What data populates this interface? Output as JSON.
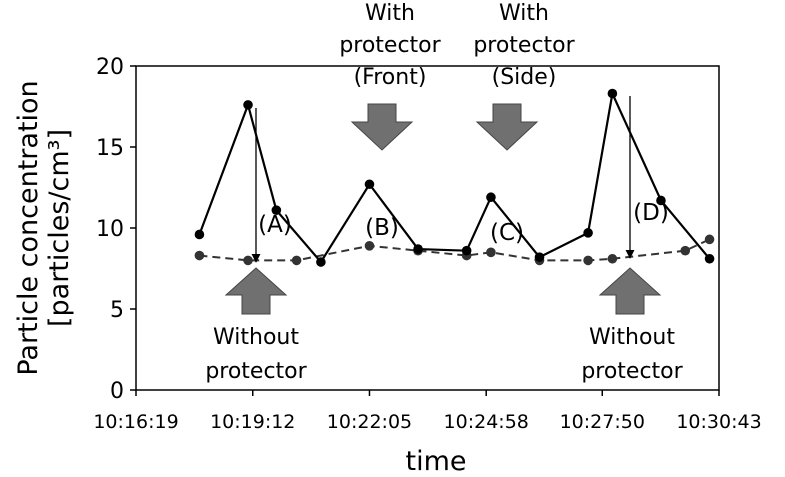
{
  "chart_data": {
    "type": "line",
    "xlabel": "time",
    "ylabel_line1": "Particle concentration",
    "ylabel_line2": "[particles/cm³]",
    "ylim": [
      0,
      20
    ],
    "yticks": [
      "0",
      "5",
      "10",
      "15",
      "20"
    ],
    "xticks": [
      "10:16:19",
      "10:19:12",
      "10:22:05",
      "10:24:58",
      "10:27:50",
      "10:30:43"
    ],
    "grid": false,
    "series": [
      {
        "style": "solid",
        "x": [
          "10:17:53",
          "10:19:05",
          "10:19:47",
          "10:20:53",
          "10:22:05",
          "10:23:17",
          "10:24:29",
          "10:25:05",
          "10:26:17",
          "10:27:29",
          "10:28:05",
          "10:29:17",
          "10:30:29"
        ],
        "values": [
          9.6,
          17.6,
          11.1,
          7.9,
          12.7,
          8.7,
          8.6,
          11.9,
          8.2,
          9.7,
          18.3,
          11.7,
          8.1
        ]
      },
      {
        "style": "dashed",
        "x": [
          "10:17:53",
          "10:19:05",
          "10:20:17",
          "10:22:05",
          "10:23:17",
          "10:24:29",
          "10:25:05",
          "10:26:17",
          "10:27:29",
          "10:28:05",
          "10:29:53",
          "10:30:29"
        ],
        "values": [
          8.3,
          8.0,
          8.0,
          8.9,
          8.6,
          8.3,
          8.5,
          8.0,
          8.0,
          8.1,
          8.6,
          9.3
        ]
      }
    ],
    "annotations": {
      "front_lines": [
        "With",
        "protector",
        "(Front)"
      ],
      "side_lines": [
        "With",
        "protector",
        "(Side)"
      ],
      "without_left_lines": [
        "Without",
        "protector"
      ],
      "without_right_lines": [
        "Without",
        "protector"
      ],
      "letters": [
        "(A)",
        "(B)",
        "(C)",
        "(D)"
      ]
    }
  }
}
